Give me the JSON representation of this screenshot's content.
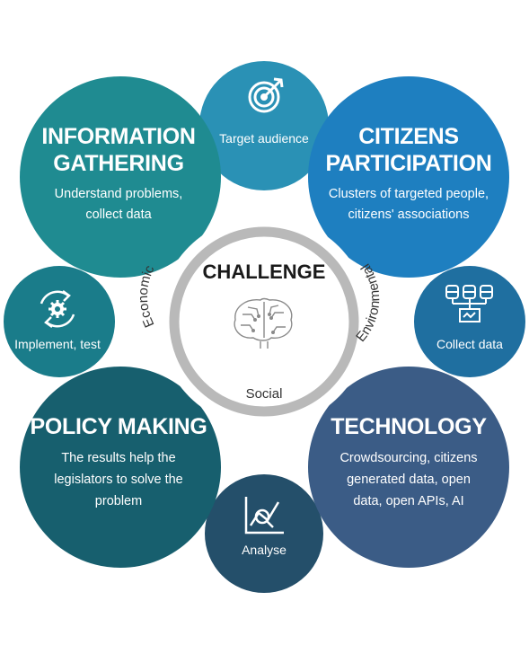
{
  "colors": {
    "info_gathering": "#1f8b91",
    "citizens_participation": "#1e7fc0",
    "policy_making": "#175f6e",
    "technology": "#3b5c86",
    "target_audience": "#2a91b5",
    "collect_data": "#1f6fa0",
    "implement_test": "#1a7c8a",
    "analyse": "#244f6a",
    "center_ring": "#b9b9b9"
  },
  "top_left": {
    "title_lines": [
      "INFORMATION",
      "GATHERING"
    ],
    "desc_lines": [
      "Understand problems,",
      "collect data"
    ]
  },
  "top_right": {
    "title_lines": [
      "CITIZENS",
      "PARTICIPATION"
    ],
    "desc_lines": [
      "Clusters of targeted people,",
      "citizens' associations"
    ]
  },
  "bottom_left": {
    "title_lines": [
      "POLICY MAKING"
    ],
    "desc_lines": [
      "The results help the",
      "legislators to solve the",
      "problem"
    ]
  },
  "bottom_right": {
    "title_lines": [
      "TECHNOLOGY"
    ],
    "desc_lines": [
      "Crowdsourcing, citizens",
      "generated data, open",
      "data, open APIs, AI"
    ]
  },
  "small_top": {
    "label": "Target audience",
    "icon": "target-icon"
  },
  "small_right": {
    "label": "Collect data",
    "icon": "database-icon"
  },
  "small_bottom": {
    "label": "Analyse",
    "icon": "analysis-chart-icon"
  },
  "small_left": {
    "label": "Implement, test",
    "icon": "gear-cycle-icon"
  },
  "center": {
    "title": "CHALLENGE",
    "left_word": "Economic",
    "bottom_word": "Social",
    "right_word": "Environmental",
    "icon": "brain-circuit-icon"
  }
}
